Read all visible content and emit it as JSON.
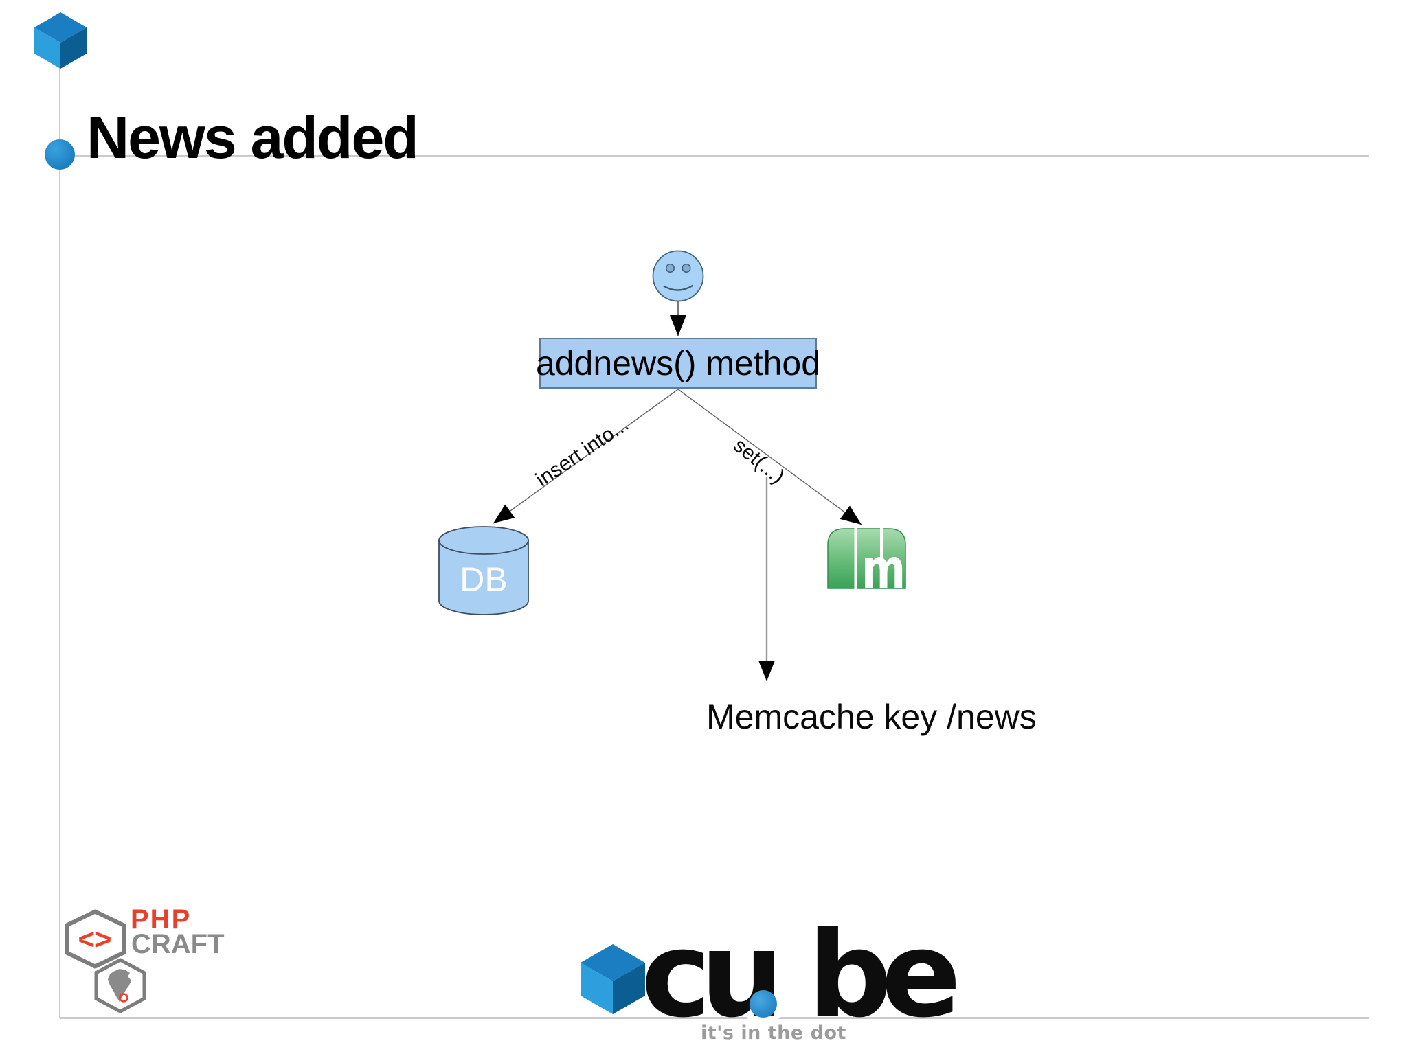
{
  "slide": {
    "title": "News added"
  },
  "diagram": {
    "actor": "smiley-user",
    "box_label": "addnews() method",
    "left_arrow_label": "insert into...",
    "right_arrow_label": "set(...)",
    "db_label": "DB",
    "memcached_letter": "m",
    "result_label": "Memcache key /news"
  },
  "footer": {
    "phpcraft": {
      "glyph": "<>",
      "name_top": "PHP",
      "name_bottom": "CRAFT"
    },
    "cube": {
      "wordmark_left": "cu",
      "wordmark_right": "be",
      "tagline": "it's in the dot"
    }
  },
  "colors": {
    "accent_blue": "#1f83c4",
    "cube_face_top": "#1b7ec2",
    "cube_face_left": "#2d9fdd",
    "cube_face_right": "#0c5d92",
    "diagram_fill_blue": "#a9cff3",
    "memcached_green": "#3aa257",
    "php_red": "#e8402a",
    "logo_gray": "#8a8a8a"
  }
}
